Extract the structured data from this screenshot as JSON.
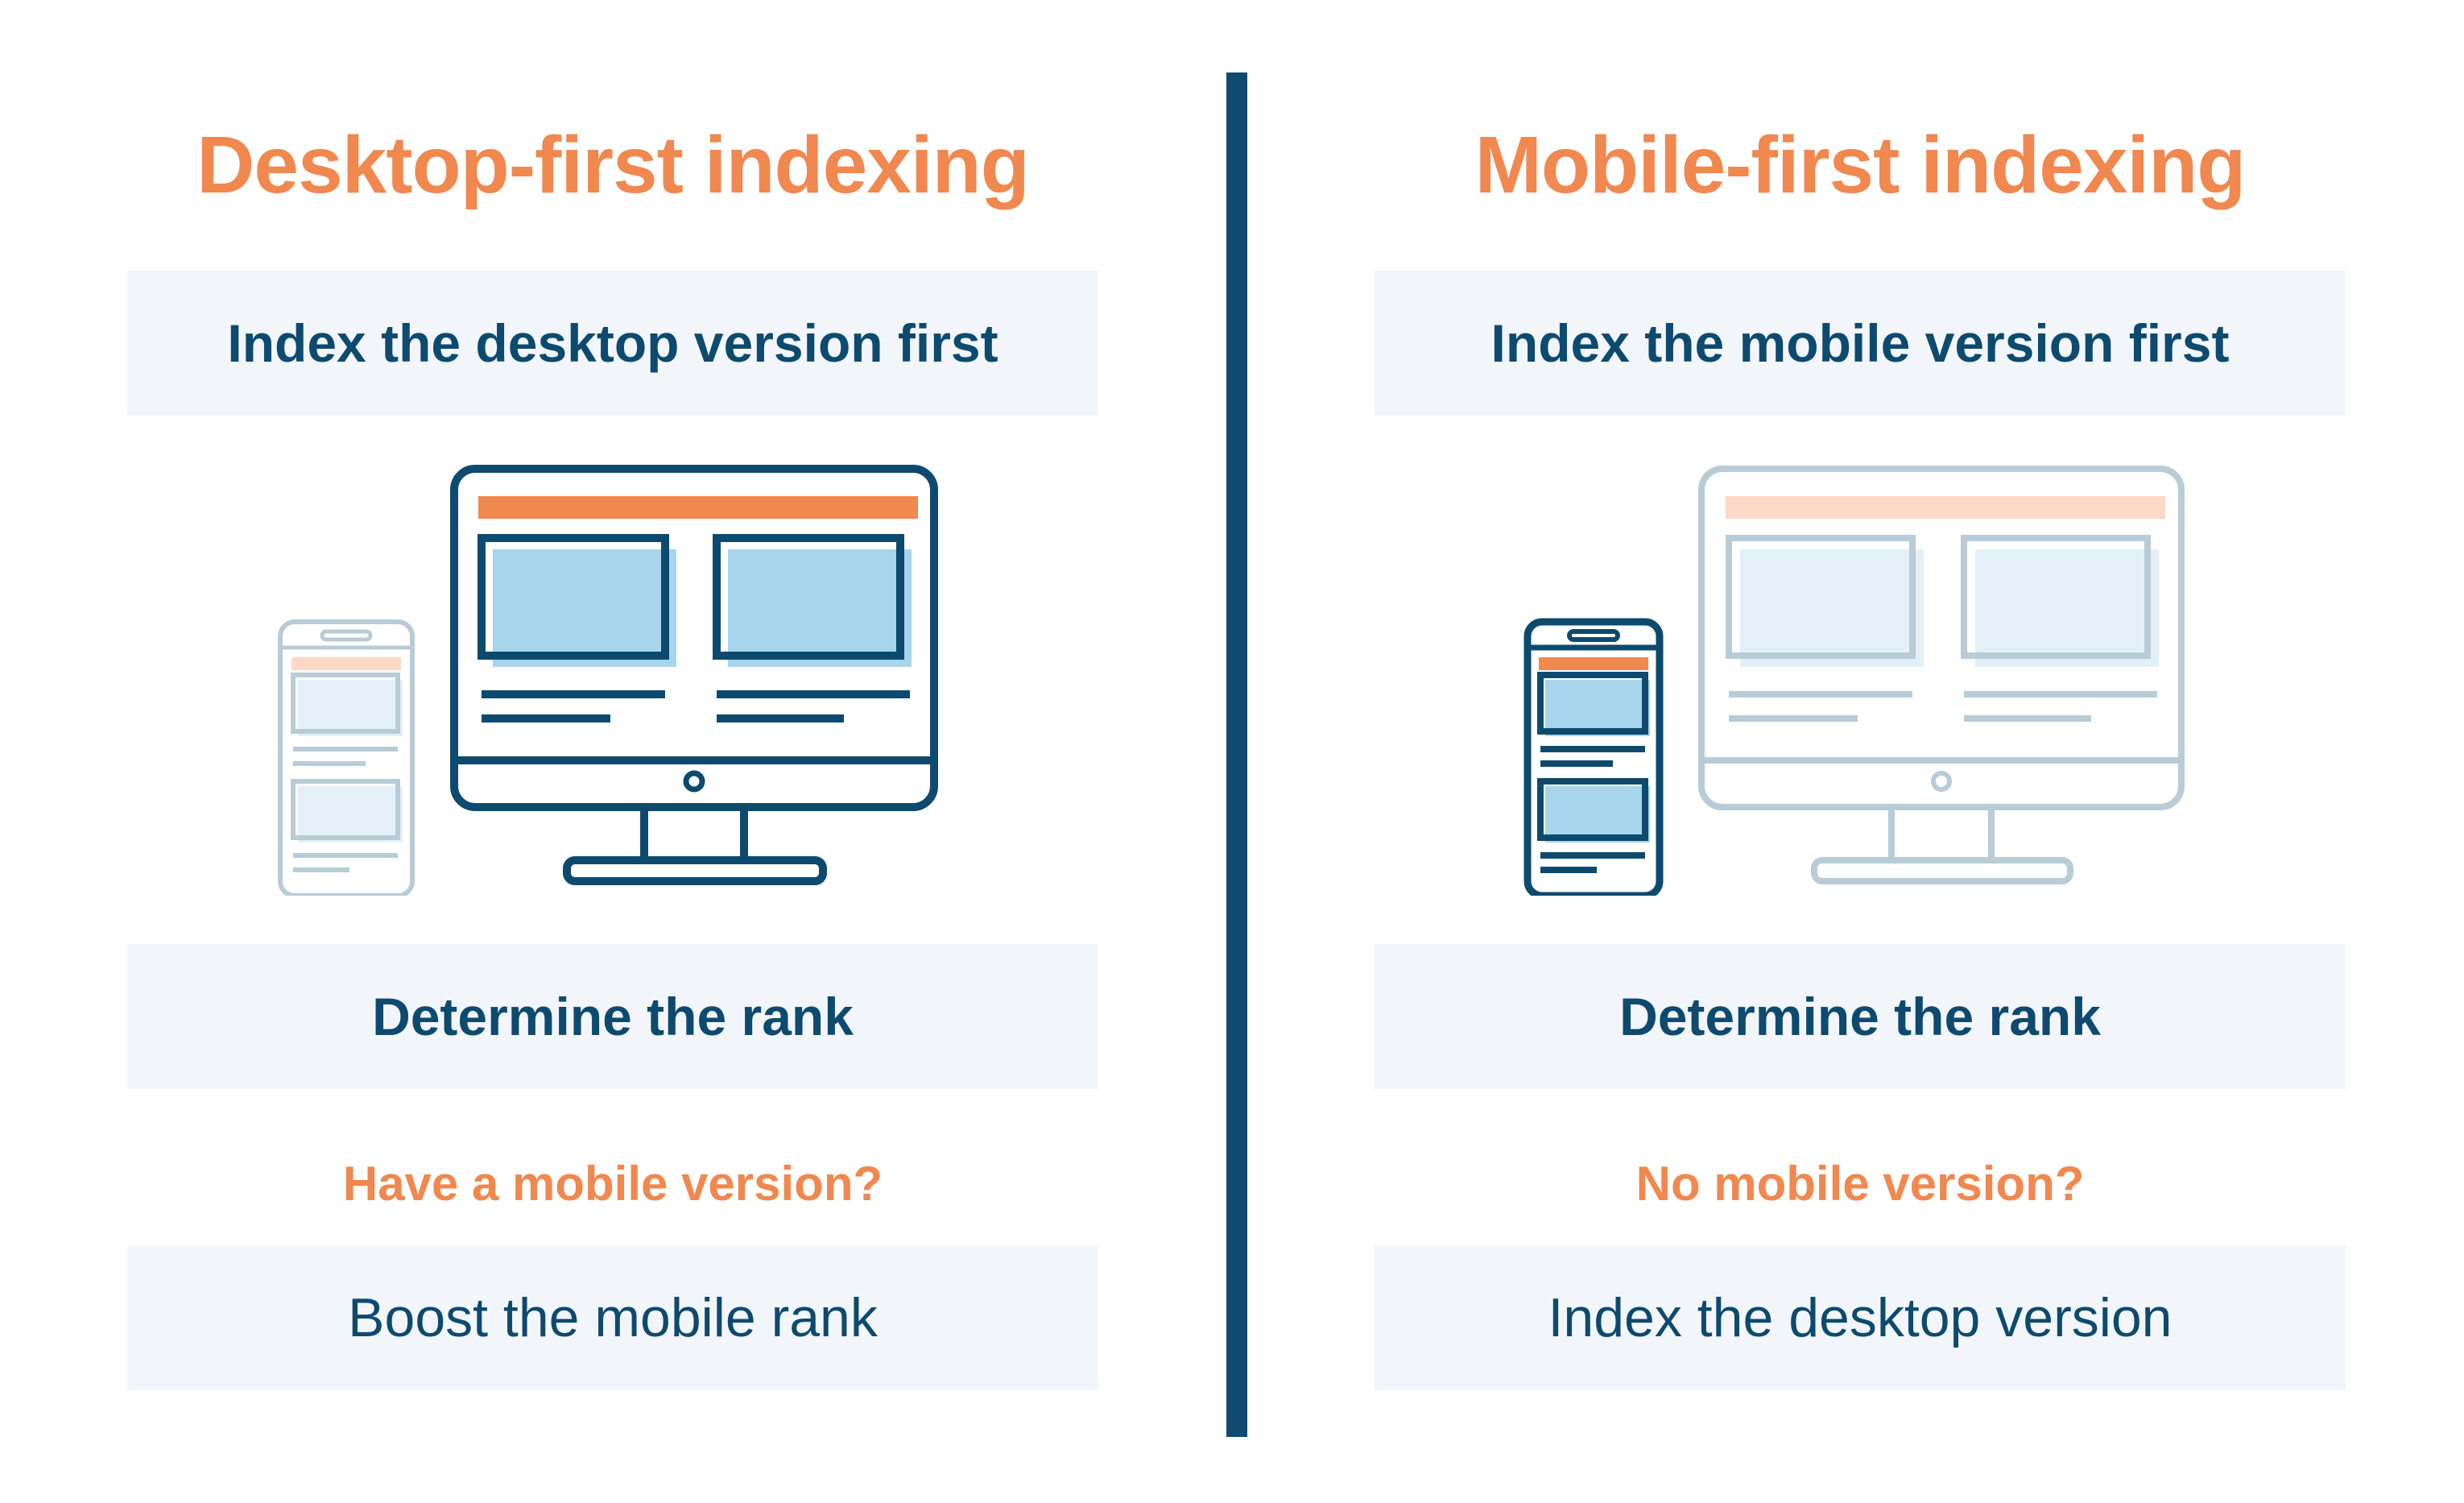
{
  "colors": {
    "accent": "#F0884F",
    "navy": "#0D4A6E",
    "panel": "#F2F6FA",
    "light_accent": "#FCD9C6",
    "blue_fill": "#A6D5EC",
    "faded_stroke": "#B7CCD6",
    "faded_fill": "#E4F0F7"
  },
  "left": {
    "title": "Desktop-first indexing",
    "top_box": "Index the desktop version first",
    "rank_box": "Determine the rank",
    "question": "Have a mobile version?",
    "bottom_box": "Boost the mobile rank"
  },
  "right": {
    "title": "Mobile-first indexing",
    "top_box": "Index the mobile version first",
    "rank_box": "Determine the rank",
    "question": "No mobile version?",
    "bottom_box": "Index the desktop version"
  }
}
